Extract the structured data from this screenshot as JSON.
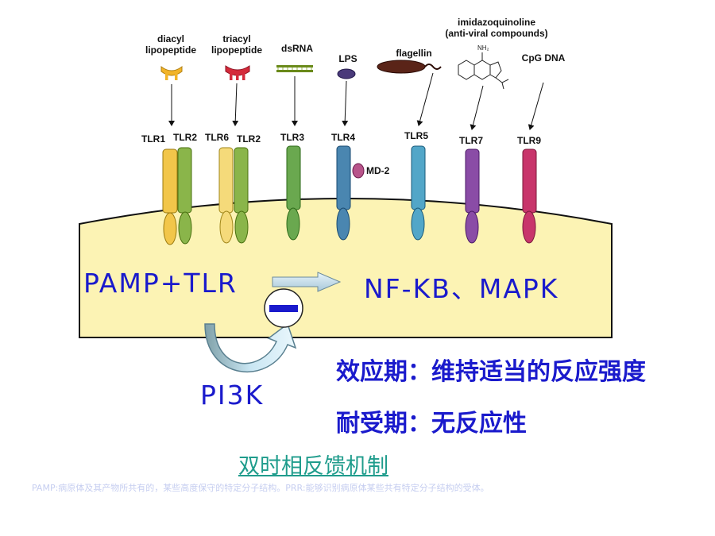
{
  "ligands": {
    "diacyl": [
      "diacyl",
      "lipopeptide"
    ],
    "triacyl": [
      "triacyl",
      "lipopeptide"
    ],
    "dsrna": "dsRNA",
    "lps": "LPS",
    "flagellin": "flagellin",
    "imidazo": [
      "imidazoquinoline",
      "(anti-viral compounds)"
    ],
    "cpg": "CpG DNA"
  },
  "receptors": [
    "TLR1",
    "TLR2",
    "TLR6",
    "TLR2",
    "TLR3",
    "TLR4",
    "TLR5",
    "TLR7",
    "TLR9"
  ],
  "md2": "MD-2",
  "pathway": {
    "left": "PAMP+TLR",
    "right": "NF-KB、MAPK",
    "pi3k": "PI3K"
  },
  "phases": {
    "effect": "效应期：维持适当的反应强度",
    "tolerance": "耐受期：无反应性"
  },
  "title": "双时相反馈机制",
  "footnote": "PAMP:病原体及其产物所共有的，某些高度保守的特定分子结构。PRR:能够识别病原体某些共有特定分子结构的受体。",
  "colors": {
    "cell": "#fcf3b4",
    "tlr1": "#f2c64a",
    "tlr2": "#8ab54a",
    "tlr6": "#f5da7a",
    "tlr3": "#6aa84f",
    "tlr4": "#4a86b0",
    "tlr5": "#52a6c8",
    "tlr7": "#8a4ca6",
    "tlr9": "#c8356b",
    "text_blue": "#1a1acc",
    "title_teal": "#1f9c8c"
  }
}
